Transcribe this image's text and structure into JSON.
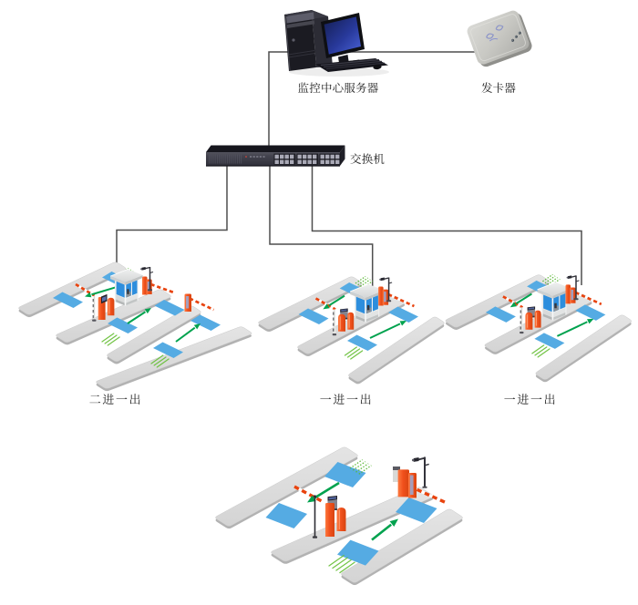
{
  "diagram": {
    "kind": "parking-toll-system-topology",
    "background": "#ffffff"
  },
  "devices": {
    "server": {
      "label": "监控中心服务器"
    },
    "card_issuer": {
      "label": "发卡器"
    },
    "switch": {
      "label": "交换机"
    }
  },
  "lane_groups": [
    {
      "id": "left",
      "label": "二进一出"
    },
    {
      "id": "middle",
      "label": "一进一出"
    },
    {
      "id": "right",
      "label": "一进一出"
    },
    {
      "id": "bottom",
      "label": ""
    }
  ],
  "colors": {
    "wire": "#4e4e4e",
    "island_top": "#d9d9d9",
    "island_side": "#b2b2b2",
    "island_hi": "#e9e9e9",
    "loop_blue": "#55abe3",
    "arrow_green": "#00a24e",
    "dash_red": "#e8430e",
    "hatch_green": "#6cc13d",
    "orange": "#f3511d",
    "orange_dark": "#c93c08",
    "orange_lite": "#ff7f47",
    "panel_violet": "#a59dbb",
    "booth_wall": "#e7e9e9",
    "booth_roof": "#dcdddd",
    "booth_roof_side": "#c2c4c4",
    "window_blue": "#2d8edd",
    "device_dark": "#1b1b22",
    "screen_blue": "#2a3a8e",
    "issuer_gray": "#c9c9c4",
    "switch_body": "#3f3f4b",
    "label_text": "#1c1c1c"
  }
}
